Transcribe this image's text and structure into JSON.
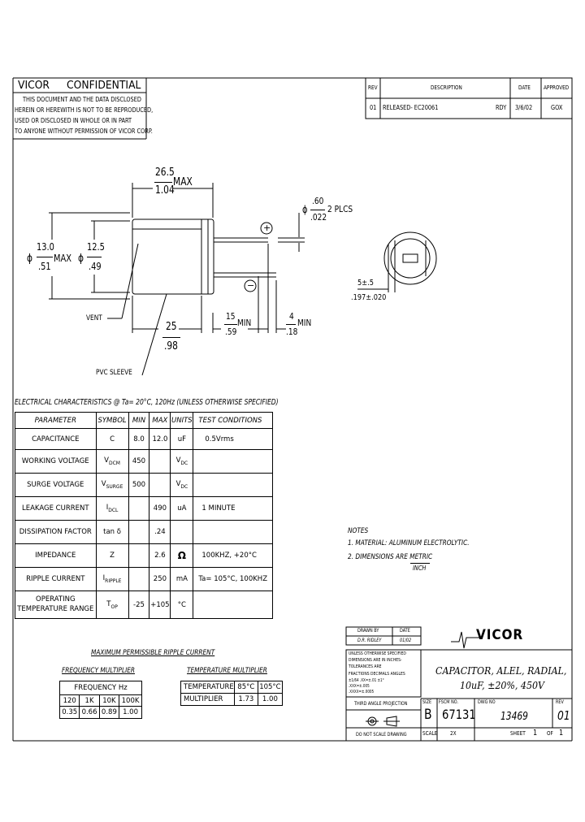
{
  "confidential": {
    "title_left": "VICOR",
    "title_right": "CONFIDENTIAL",
    "lines": [
      "THIS DOCUMENT AND THE DATA DISCLOSED",
      "HEREIN OR HEREWITH IS NOT TO BE REPRODUCED,",
      "USED OR DISCLOSED IN WHOLE OR IN PART",
      "TO ANYONE WITHOUT PERMISSION OF VICOR CORP."
    ]
  },
  "revision": {
    "headers": [
      "REV",
      "DESCRIPTION",
      "DATE",
      "APPROVED"
    ],
    "row": {
      "rev": "01",
      "description": "RELEASED- EC20061",
      "by": "RDY",
      "date": "3/6/02",
      "approved": "GOX"
    }
  },
  "drawing": {
    "dim_length_top": "26.5",
    "dim_length_bottom": "1.04",
    "dim_length_suffix": "MAX",
    "dim_dia_outer_top": "13.0",
    "dim_dia_outer_bottom": ".51",
    "dim_dia_outer_suffix": "MAX",
    "dim_dia_inner_top": "12.5",
    "dim_dia_inner_bottom": ".49",
    "phi": "ϕ",
    "lead_dia_top": ".60",
    "lead_dia_bottom": ".022",
    "lead_dia_suffix": "2 PLCS",
    "plus": "+",
    "minus": "−",
    "vent": "VENT",
    "body_len_top": "25",
    "body_len_bottom": ".98",
    "lead_min_top": "15",
    "lead_min_bottom": ".59",
    "lead_min_suffix": "MIN",
    "lead2_top": "4",
    "lead2_bottom": ".18",
    "lead2_suffix": "MIN",
    "pvc": "PVC SLEEVE",
    "spacing_top": "5±.5",
    "spacing_bottom": ".197±.020"
  },
  "electrical": {
    "heading": "ELECTRICAL CHARACTERISTICS @ Ta= 20°C, 120Hz (UNLESS OTHERWISE SPECIFIED)",
    "headers": [
      "PARAMETER",
      "SYMBOL",
      "MIN",
      "MAX",
      "UNITS",
      "TEST CONDITIONS"
    ],
    "rows": [
      {
        "param": "CAPACITANCE",
        "symbol": "C",
        "sym_sub": "",
        "min": "8.0",
        "max": "12.0",
        "units": "uF",
        "units_sub": "",
        "cond": "0.5Vrms"
      },
      {
        "param": "WORKING VOLTAGE",
        "symbol": "V",
        "sym_sub": "DCM",
        "min": "450",
        "max": "",
        "units": "V",
        "units_sub": "DC",
        "cond": ""
      },
      {
        "param": "SURGE VOLTAGE",
        "symbol": "V",
        "sym_sub": "SURGE",
        "min": "500",
        "max": "",
        "units": "V",
        "units_sub": "DC",
        "cond": ""
      },
      {
        "param": "LEAKAGE CURRENT",
        "symbol": "I",
        "sym_sub": "DCL",
        "min": "",
        "max": "490",
        "units": "uA",
        "units_sub": "",
        "cond": "1 MINUTE"
      },
      {
        "param": "DISSIPATION FACTOR",
        "symbol": "tan δ",
        "sym_sub": "",
        "min": "",
        "max": ".24",
        "units": "",
        "units_sub": "",
        "cond": ""
      },
      {
        "param": "IMPEDANCE",
        "symbol": "Z",
        "sym_sub": "",
        "min": "",
        "max": "2.6",
        "units": "Ω",
        "units_sub": "",
        "cond": "100KHZ, +20°C"
      },
      {
        "param": "RIPPLE CURRENT",
        "symbol": "I",
        "sym_sub": "RIPPLE",
        "min": "",
        "max": "250",
        "units": "mA",
        "units_sub": "",
        "cond": "Ta= 105°C, 100KHZ"
      },
      {
        "param": "OPERATING\nTEMPERATURE RANGE",
        "symbol": "T",
        "sym_sub": "OP",
        "min": "-25",
        "max": "+105",
        "units": "°C",
        "units_sub": "",
        "cond": ""
      }
    ]
  },
  "notes": {
    "title": "NOTES",
    "line1": "1. MATERIAL: ALUMINUM ELECTROLYTIC.",
    "line2": "2. DIMENSIONS ARE METRIC",
    "line2_sub": "INCH"
  },
  "ripple": {
    "heading": "MAXIMUM PERMISSIBLE RIPPLE CURRENT",
    "freq_heading": "FREQUENCY MULTIPLIER",
    "freq_label": "FREQUENCY  Hz",
    "freq_headers": [
      "120",
      "1K",
      "10K",
      "100K"
    ],
    "freq_values": [
      "0.35",
      "0.66",
      "0.89",
      "1.00"
    ],
    "temp_heading": "TEMPERATURE MULTIPLIER",
    "temp_label": "TEMPERATURE",
    "temp_headers": [
      "85°C",
      "105°C"
    ],
    "mult_label": "MULTIPLIER",
    "mult_values": [
      "1.73",
      "1.00"
    ]
  },
  "titleblock": {
    "drawn_by_label": "DRAWN BY",
    "date_label": "DATE",
    "drawn_by": "D.R. RIDLEY",
    "drawn_date": "01/02",
    "tol_lines": [
      "UNLESS OTHERWISE SPECIFIED",
      "DIMENSIONS ARE IN INCHES-",
      "TOLERANCES ARE",
      "FRACTIONS  DECIMALS  ANGLES",
      "±1/64   .XX=±.01   ±1°",
      "          .XXX=±.005",
      "          .XXXX=±.0005"
    ],
    "projection": "THIRD ANGLE PROJECTION",
    "do_not_scale": "DO NOT SCALE DRAWING",
    "logo": "VICOR",
    "title_line1": "CAPACITOR, ALEL, RADIAL,",
    "title_line2": "10uF, ±20%, 450V",
    "size_label": "SIZE",
    "size": "B",
    "fscm_label": "FSCM NO.",
    "fscm": "67131",
    "dwg_label": "DWG NO",
    "dwg": "13469",
    "rev_label": "REV",
    "rev": "01",
    "scale_label": "SCALE",
    "scale": "2X",
    "sheet_label": "SHEET",
    "sheet": "1",
    "of_label": "OF",
    "of": "1"
  }
}
